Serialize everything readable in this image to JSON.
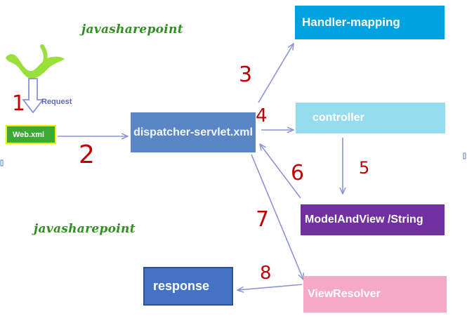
{
  "watermarks": [
    "javasharepoint",
    "javasharepoint"
  ],
  "nodes": {
    "web_xml": "Web.xml",
    "dispatcher": "dispatcher-servlet.xml",
    "handler_mapping": "Handler-mapping",
    "controller": "controller",
    "model_and_view": "ModelAndView /String",
    "view_resolver": "ViewResolver",
    "response": "response"
  },
  "request_label": "Request",
  "steps": [
    "1",
    "2",
    "3",
    "4",
    "5",
    "6",
    "7",
    "8"
  ],
  "colors": {
    "arrow": "#8b93d6",
    "step_number": "#c00000",
    "watermark": "#2f8f1f",
    "web_xml": "#3aaa35",
    "dispatcher": "#5b86c5",
    "handler_mapping": "#00a3e0",
    "controller": "#95dcef",
    "model_and_view": "#7030a0",
    "view_resolver": "#f4a9c6",
    "response": "#4472c4",
    "client_icon": "#99e03a"
  }
}
